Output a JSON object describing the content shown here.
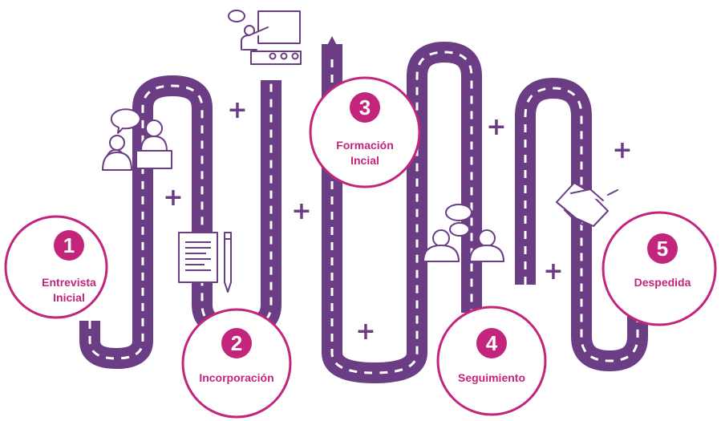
{
  "colors": {
    "road": "#6a3d84",
    "dash": "#ffffff",
    "accent": "#c3247c",
    "icon": "#6a3d84",
    "plus": "#6a3d84"
  },
  "steps": [
    {
      "number": "1",
      "label_line1": "Entrevista",
      "label_line2": "Inicial"
    },
    {
      "number": "2",
      "label_line1": "Incorporación",
      "label_line2": ""
    },
    {
      "number": "3",
      "label_line1": "Formación",
      "label_line2": "Incial"
    },
    {
      "number": "4",
      "label_line1": "Seguimiento",
      "label_line2": ""
    },
    {
      "number": "5",
      "label_line1": "Despedida",
      "label_line2": ""
    }
  ],
  "connector_symbol": "+",
  "icons": [
    "interview-icon",
    "document-pen-icon",
    "presentation-icon",
    "conversation-icon",
    "handshake-icon"
  ]
}
